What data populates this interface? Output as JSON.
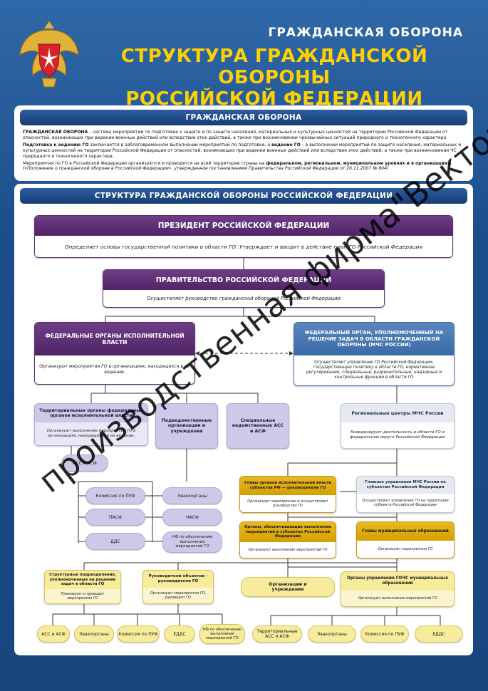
{
  "header": {
    "subtitle": "ГРАЖДАНСКАЯ ОБОРОНА",
    "title_line1": "СТРУКТУРА ГРАЖДАНСКОЙ ОБОРОНЫ",
    "title_line2": "РОССИЙСКОЙ ФЕДЕРАЦИИ"
  },
  "intro": {
    "band": "ГРАЖДАНСКАЯ ОБОРОНА",
    "p1_label": "ГРАЖДАНСКАЯ ОБОРОНА",
    "p1_text": " – система мероприятий по подготовке к защите и по защите населения, материальных и культурных ценностей на территории Российской Федерации от опасностей, возникающих при ведении военных действий или вследствие этих действий, а также при возникновении чрезвычайных ситуаций природного и техногенного характера",
    "p2_lead": "Подготовка к ведению ГО",
    "p2_mid": " заключается в заблаговременном выполнении мероприятий по подготовке, а ",
    "p2_bold": "ведение ГО",
    "p2_rest": " – в выполнении мероприятий по защите населения, материальных и культурных ценностей на территории Российской Федерации от опасностей, возникающих при ведении военных действий или вследствие этих действий, а также при возникновении ЧС природного и техногенного характера.",
    "p3_text": "Мероприятия по ГО в Российской Федерации организуются и проводятся на всей территории страны на ",
    "p3_bold": "федеральном, региональном, муниципальном уровнях и в организациях.",
    "p3_note": "(«Положение о гражданской обороне в Российской Федерации», утвержденное постановлением Правительства Российской Федерации от 26.11.2007 № 804)"
  },
  "structure": {
    "band": "СТРУКТУРА ГРАЖДАНСКОЙ ОБОРОНЫ РОССИЙСКОЙ ФЕДЕРАЦИИ",
    "president": {
      "title": "ПРЕЗИДЕНТ РОССИЙСКОЙ ФЕДЕРАЦИИ",
      "desc": "Определяет основы государственной политики в области ГО. Утверждает и вводит в действие план ГО Российской Федерации"
    },
    "government": {
      "title": "ПРАВИТЕЛЬСТВО РОССИЙСКОЙ ФЕДЕРАЦИИ",
      "desc": "Осуществляет руководство гражданской обороной Российской Федерации"
    },
    "federal_bodies": {
      "title": "ФЕДЕРАЛЬНЫЕ ОРГАНЫ ИСПОЛНИТЕЛЬНОЙ ВЛАСТИ",
      "desc": "Организуют мероприятия ГО в организациях, находящихся в их ведении."
    },
    "mchs": {
      "title": "ФЕДЕРАЛЬНЫЙ ОРГАН, УПОЛНОМОЧЕННЫЙ НА РЕШЕНИЕ ЗАДАЧ В ОБЛАСТИ ГРАЖДАНСКОЙ ОБОРОНЫ (МЧС РОССИИ)",
      "desc": "Осуществляет управление ГО Российской Федерации, государственную политику в области ГО, нормативное регулирование, специальные, разрешительные, надзорные и контрольные функции в области ГО"
    },
    "territorial": {
      "title": "Территориальные органы федеральных органов исполнительной власти",
      "desc": "Организуют выполнение мероприятий ГО в организациях, находящихся в их ведении."
    },
    "subordinate": {
      "title": "Подведомственные организации и учреждения"
    },
    "special": {
      "title": "Специальные ведомственные АСС и АСФ"
    },
    "regional_centers": {
      "title": "Региональные центры МЧС России",
      "desc": "Координируют деятельность в области ГО в федеральном округе Российской Федерации"
    },
    "ass_asf": "АСС и АСФ",
    "left_mid": [
      "Комиссия по ПУФ",
      "ПАСФ",
      "ДДС"
    ],
    "center_mid": [
      "Эвакоорганы",
      "НАСФ",
      "НФ по обеспечению выполнения мероприятий ГО"
    ],
    "subject_heads": {
      "title": "Главы органов исполнительной власти субъектов РФ — руководители ГО",
      "desc": "Организуют мероприятия и осуществляют руководство ГО"
    },
    "main_departments": {
      "title": "Главные управления МЧС России по субъектам Российской Федерации",
      "desc": "Осуществляют управление ГО на территории субъекта Российской Федерации"
    },
    "subject_orgs": {
      "title": "Органы, обеспечивающие выполнение мероприятий в субъектах Российской Федерации",
      "desc": "Организуют выполнение мероприятий ГО"
    },
    "municipal_heads": {
      "title": "Главы муниципальных образований",
      "desc": "Организуют мероприятия ГО"
    },
    "structural": {
      "title": "Структурные подразделения, уполномоченные на решение задач в области ГО",
      "desc": "Планируют и проводят мероприятия ГО"
    },
    "object_heads": {
      "title": "Руководители объектов – руководители ГО",
      "desc": "Организуют мероприятия ГО, руководят ГО"
    },
    "orgs": {
      "title": "Организации и учреждения"
    },
    "municipal_mgmt": {
      "title": "Органы управления ГОЧС муниципальных образований",
      "desc": "Организуют выполнение мероприятий ГО"
    },
    "bottom_left": [
      "АСС и АСФ",
      "Эвакоорганы",
      "Комиссия по ПУФ",
      "ЕДДС",
      "НФ по обеспечению выполнения мероприятий ГО"
    ],
    "bottom_right": [
      "Территориальные АСС и АСФ",
      "Эвакоорганы",
      "Комиссия по ПУФ",
      "ЕДДС"
    ]
  },
  "watermark": "производственная фирма\"Вектор\"",
  "icons": {
    "emblem": "mchs-emblem-icon"
  },
  "colors": {
    "background": "#1c4d8b",
    "accent_title": "#ffd000",
    "purple": "#5b2f74",
    "gold": "#d59f00"
  }
}
